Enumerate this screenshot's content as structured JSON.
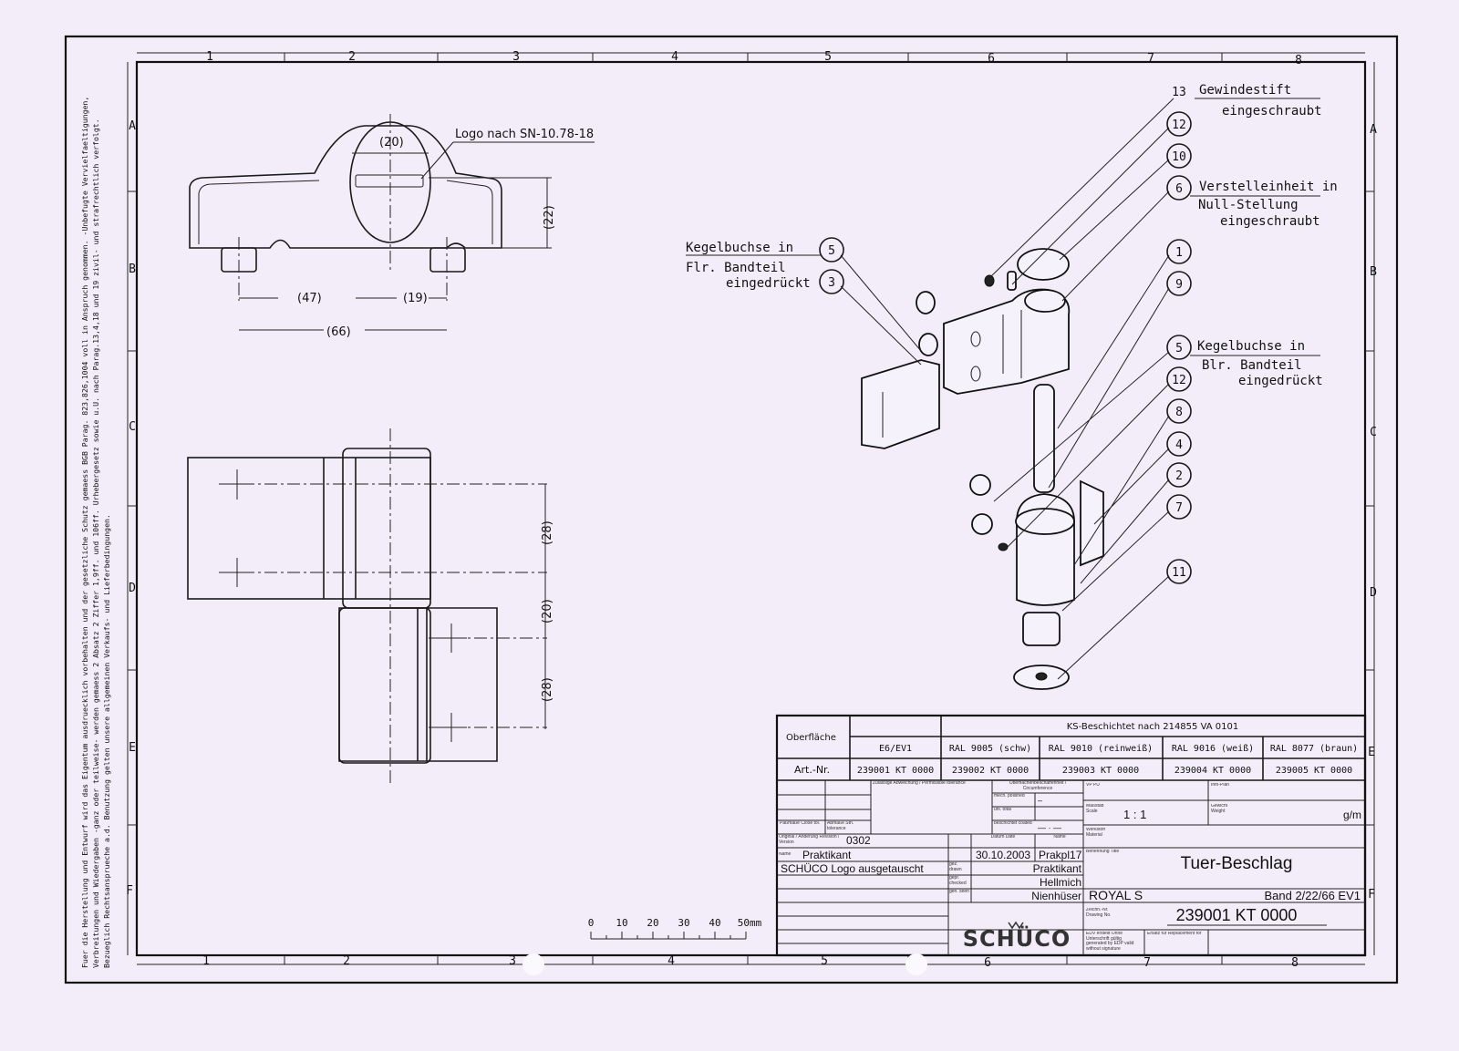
{
  "sheet": {
    "columns": [
      "1",
      "2",
      "3",
      "4",
      "5",
      "6",
      "7",
      "8"
    ],
    "rows": [
      "A",
      "B",
      "C",
      "D",
      "E",
      "F"
    ]
  },
  "copyright_notice": [
    "Fuer die Herstellung und Entwurf wird das Eigentum ausdruecklich vorbehalten und der gesetzliche Schutz gemaess BGB Parag. 823,826,1004 voll in Anspruch genommen. -Unbefugte Vervielfaeltigungen,",
    "Verbreitungen und Wiedergaben -ganz oder teilweise- werden gemaess 2 Absatz 2 Ziffer 1,9ff. und 106ff. Urhebergesetz sowie u.U. nach Parag.13,4,18 und 19 zivil- und strafrechtlich verfolgt.",
    "Bezueglich Rechtsansprueche a.d. Benutzung gelten unsere allgemeinen Verkaufs- und Lieferbedingungen."
  ],
  "top_view": {
    "logo_note": "Logo nach SN-10.78-18",
    "dim_logo_width": "(20)",
    "dim_height": "(22)",
    "dim_left": "(47)",
    "dim_right": "(19)",
    "dim_total": "(66)"
  },
  "front_view": {
    "dim_upper": "(28)",
    "dim_middle": "(20)",
    "dim_lower": "(28)"
  },
  "callouts": {
    "b13": "13",
    "b12a": "12",
    "b10": "10",
    "b6": "6",
    "b1": "1",
    "b9": "9",
    "b5r": "5",
    "b12b": "12",
    "b8": "8",
    "b4": "4",
    "b2": "2",
    "b7": "7",
    "b11": "11",
    "b5l": "5",
    "b3": "3",
    "gewindestift": [
      "Gewindestift",
      "eingeschraubt"
    ],
    "verstelleinheit": [
      "Verstelleinheit in",
      "Null-Stellung",
      "eingeschraubt"
    ],
    "kegel_blr": [
      "Kegelbuchse in",
      "Blr. Bandteil",
      "eingedrückt"
    ],
    "kegel_flr": [
      "Kegelbuchse in",
      "Flr. Bandteil",
      "eingedrückt"
    ]
  },
  "scale_bar": {
    "labels": [
      "0",
      "10",
      "20",
      "30",
      "40",
      "50mm"
    ]
  },
  "title_block": {
    "surface_label": "Oberfläche",
    "coating_header": "KS-Beschichtet nach 214855 VA 0101",
    "article_label": "Art.-Nr.",
    "variants": [
      {
        "finish": "E6/EV1",
        "article": "239001 KT 0000"
      },
      {
        "finish": "RAL 9005 (schw)",
        "article": "239002 KT 0000"
      },
      {
        "finish": "RAL 9010    (reinweiß)",
        "article": "239003 KT 0000"
      },
      {
        "finish": "RAL 9016    (weiß)",
        "article": "239004 KT 0000"
      },
      {
        "finish": "RAL 8077    (braun)",
        "article": "239005 KT 0000"
      }
    ],
    "tolerance_label": "Zulässige Abweichung / Permissible tolerance",
    "surface_quality_label": "Oberflächenbeschaffenheit / Circumference",
    "mech_label": "mech. polished",
    "mech_value": "–",
    "total_label": "unl. total",
    "coated_label": "beschichtet coated",
    "coated_value": "— · —",
    "fit_label": "Paßmaße Close tol.",
    "dev_label": "Abmaße Stn. tolerance",
    "revision_label": "Original / Änderung Revision / Version",
    "revision": "0302",
    "date_label": "Datum Date",
    "name_label": "Name",
    "name_row_label": "Name",
    "author": "Praktikant",
    "date": "30.10.2003",
    "author_code": "Prakpl17",
    "change_note": "SCHÜCO Logo ausgetauscht",
    "drawn_label": "gez. drawn",
    "drawn_by": "Praktikant",
    "checked_label": "gepr. checked",
    "checked_by": "Hellmich",
    "approved_label": "gen. seen",
    "approved_by": "Nienhüser",
    "vp_label": "VP PU",
    "info_label": "Info-Plan",
    "scale_label": "Maßstab Scale",
    "scale": "1 : 1",
    "weight_label": "Gewicht Weight",
    "weight_unit": "g/m",
    "material_label": "Werkstoff Material",
    "title_label": "Benennung Title",
    "title": "Tuer-Beschlag",
    "series": "ROYAL S",
    "subtitle": "Band 2/22/66 EV1",
    "drawing_no_label": "Zeichn.-Nr. Drawing No.",
    "drawing_no": "239001 KT 0000",
    "edv_label": "EDV erstellt Ohne Unterschrift gültig generated by EDP valid without signature",
    "replacement_label": "Ersatz für Replacement for",
    "logo": "SCHÜCO"
  }
}
